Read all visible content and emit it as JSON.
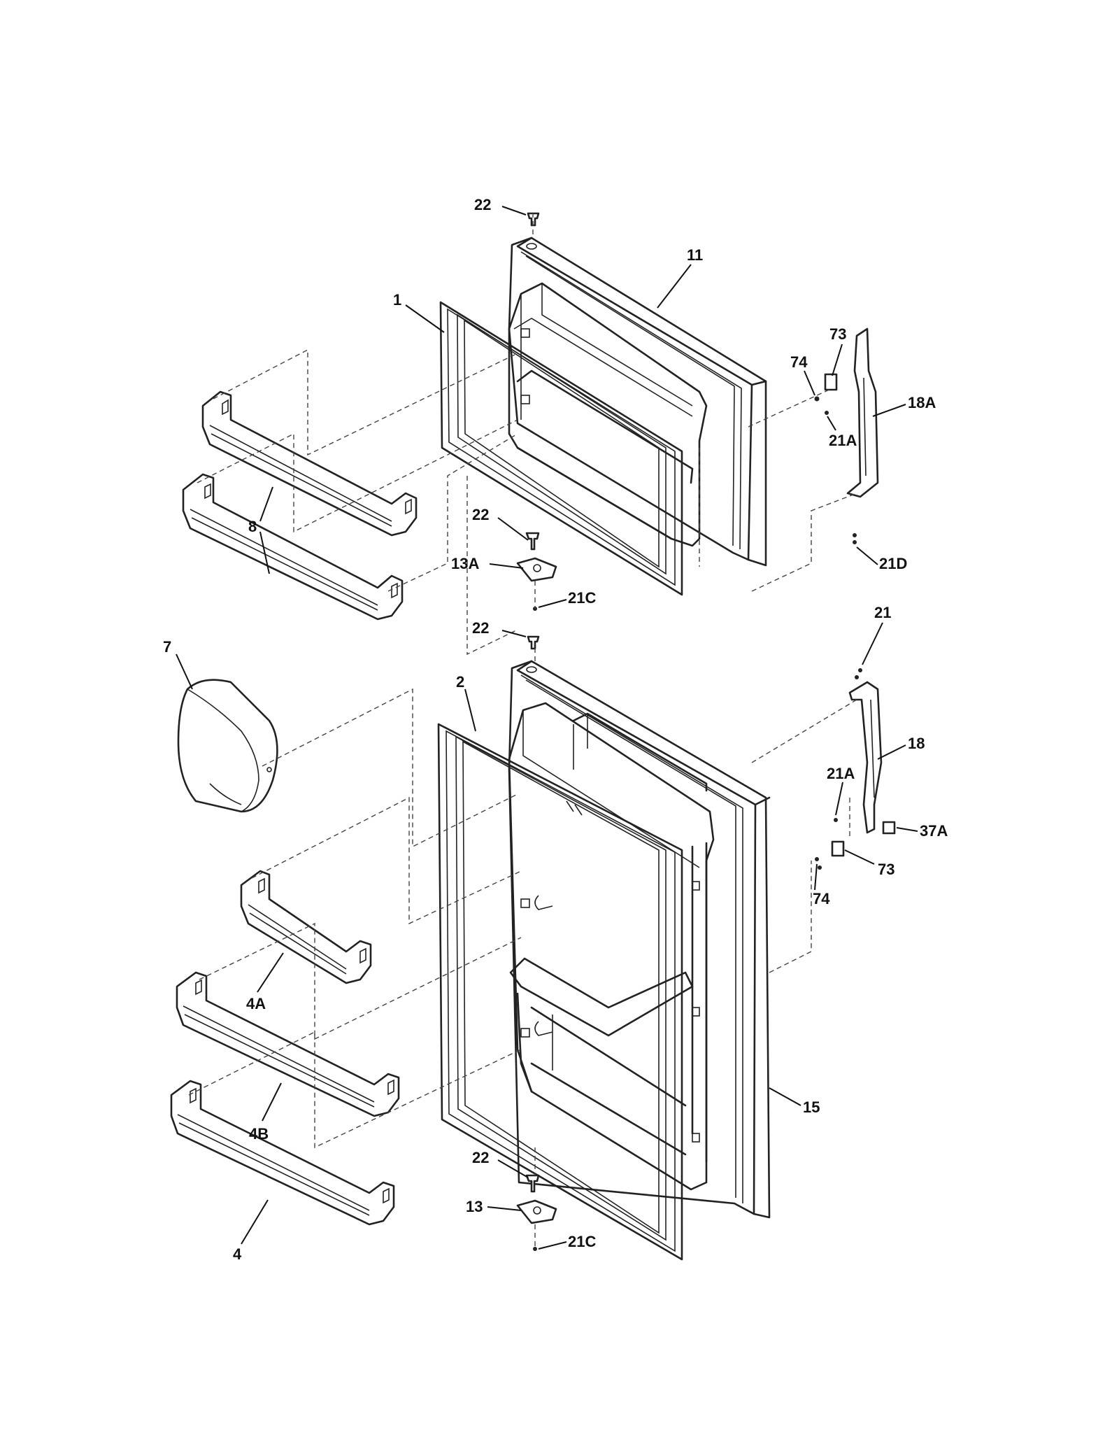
{
  "callouts": {
    "c22_top": "22",
    "c11": "11",
    "c1": "1",
    "c73_top": "73",
    "c74_top": "74",
    "c18A": "18A",
    "c21A_top": "21A",
    "c8": "8",
    "c22_mid": "22",
    "c13A": "13A",
    "c21C_top": "21C",
    "c21D": "21D",
    "c22_low": "22",
    "c21": "21",
    "c7": "7",
    "c2": "2",
    "c18": "18",
    "c21A_bot": "21A",
    "c37A": "37A",
    "c73_bot": "73",
    "c74_bot": "74",
    "c4A": "4A",
    "c4B": "4B",
    "c15": "15",
    "c22_bot": "22",
    "c13": "13",
    "c21C_bot": "21C",
    "c4": "4"
  }
}
